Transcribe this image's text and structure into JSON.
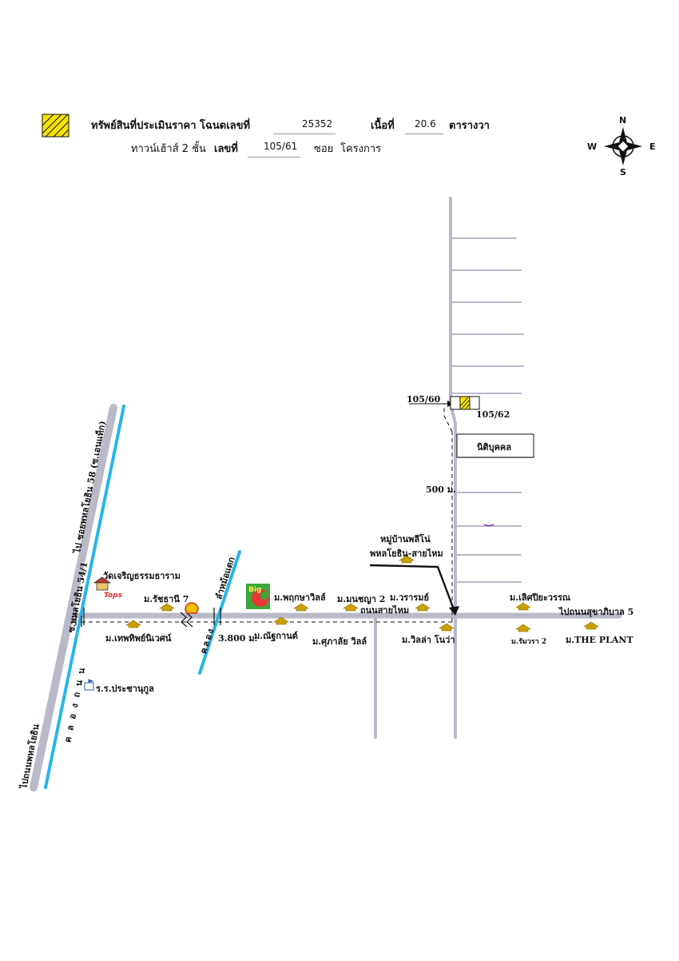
{
  "header": {
    "line1_label": "ทรัพย์สินที่ประเมินราคา โฉนดเลขที่",
    "deed_no": "25352",
    "area_label": "เนื้อที่",
    "area_value": "20.6",
    "area_unit": "ตารางวา",
    "line2_type": "ทาวน์เฮ้าส์ 2 ชั้น",
    "number_label": "เลขที่",
    "number_value": "105/61",
    "soi_label": "ซอย",
    "project_label": "โครงการ"
  },
  "compass": {
    "n": "N",
    "s": "S",
    "e": "E",
    "w": "W"
  },
  "colors": {
    "property": "#f5e400",
    "canal": "#27b5e8",
    "road": "#b9b9c8",
    "marker": "#c9a000"
  },
  "map": {
    "plot_left": "105/60",
    "plot_right": "105/62",
    "juristic": "นิติบุคคล",
    "dist_500": "500 ม.",
    "village_line1": "หมู่บ้านพลีโน่",
    "village_line2": "พหลโยธิน-สายไหม",
    "rd_sai_mai": "ถนนสายไหม",
    "to_sukhaphiban5": "ไปถนนสุขาภิบาล 5",
    "dist_3800": "3.800 ม.",
    "canal_name": "คลองลำหม้อแตก",
    "canal_prefix": "คลอง",
    "canal_name_rest": "ลำหม้อแตก",
    "canal_thanon": "ค ล อ ง ถ น น",
    "soi_phahon_58": "ไป ซอยพหลโยธิน 58 (ซ.เอนแท็ก)",
    "soi_phahon_54_1": "ซ.พหลโยธิน 54/1",
    "to_phahon_rd": "ไปถนนพหลโยธิน",
    "wat": "วัดเจริญธรรมธาราม",
    "school": "ร.ร.ประชานุกูล",
    "tops": "Tops",
    "big_c": "Big",
    "v_ratchathani": "ม.รัชธานี 7",
    "v_thepthip": "ม.เทพทิพย์นิเวศน์",
    "v_phrueksa": "ม.พฤกษาวิลล์",
    "v_monchaya": "ม.มนชญา 2",
    "v_warom": "ม.วรารมย์",
    "v_natthakan": "ม.ณัฐกานต์",
    "v_suphalai": "ม.ศุภาลัย วิลล์",
    "v_villa_nova": "ม.วิลล่า โนว่า",
    "v_loetpiya": "ม.เลิศปิยะวรรณ",
    "v_ramwara": "ม.รัมวรา 2",
    "v_the_plant": "ม.THE PLANT"
  }
}
